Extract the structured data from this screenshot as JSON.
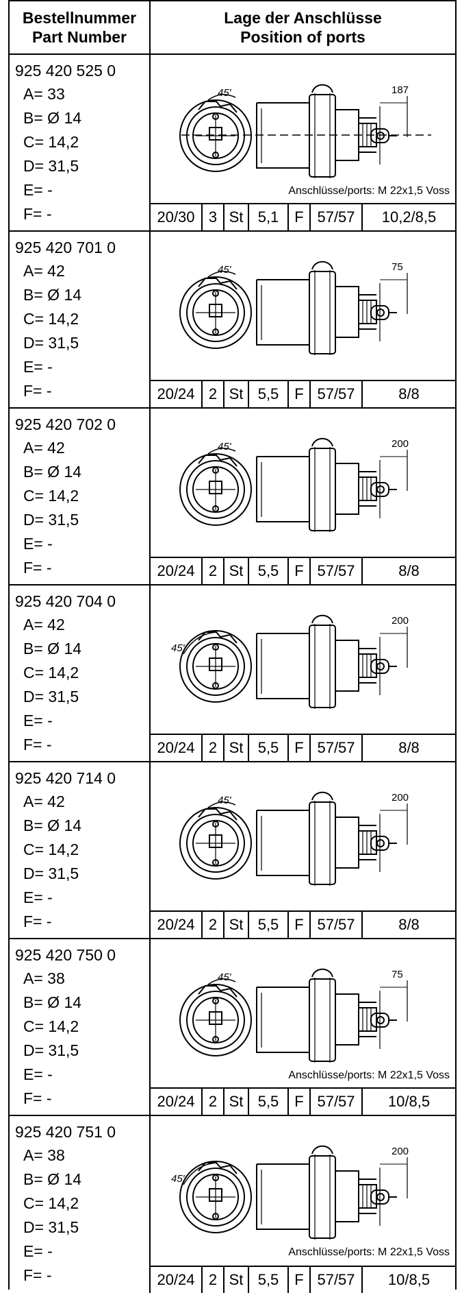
{
  "header": {
    "part_label_de": "Bestellnummer",
    "part_label_en": "Part Number",
    "position_label_de": "Lage der Anschlüsse",
    "position_label_en": "Position of ports"
  },
  "products": [
    {
      "part_number": "925 420 525 0",
      "specs": [
        "A= 33",
        "B= Ø 14",
        "C= 14,2",
        "D= 31,5",
        "E= -",
        "F= -"
      ],
      "angle": "45'",
      "dimension": "187",
      "note": "Anschlüsse/ports: M 22x1,5 Voss",
      "row": [
        "20/30",
        "3",
        "St",
        "5,1",
        "F",
        "57/57",
        "10,2/8,5"
      ]
    },
    {
      "part_number": "925 420 701 0",
      "specs": [
        "A= 42",
        "B= Ø 14",
        "C= 14,2",
        "D= 31,5",
        "E= -",
        "F= -"
      ],
      "angle": "45'",
      "dimension": "75",
      "note": "",
      "row": [
        "20/24",
        "2",
        "St",
        "5,5",
        "F",
        "57/57",
        "8/8"
      ]
    },
    {
      "part_number": "925 420 702 0",
      "specs": [
        "A= 42",
        "B= Ø 14",
        "C= 14,2",
        "D= 31,5",
        "E= -",
        "F= -"
      ],
      "angle": "45'",
      "dimension": "200",
      "note": "",
      "row": [
        "20/24",
        "2",
        "St",
        "5,5",
        "F",
        "57/57",
        "8/8"
      ]
    },
    {
      "part_number": "925 420 704 0",
      "specs": [
        "A= 42",
        "B= Ø 14",
        "C= 14,2",
        "D= 31,5",
        "E= -",
        "F= -"
      ],
      "angle": "45'",
      "dimension": "200",
      "note": "",
      "row": [
        "20/24",
        "2",
        "St",
        "5,5",
        "F",
        "57/57",
        "8/8"
      ]
    },
    {
      "part_number": "925 420 714 0",
      "specs": [
        "A= 42",
        "B= Ø 14",
        "C= 14,2",
        "D= 31,5",
        "E= -",
        "F= -"
      ],
      "angle": "45'",
      "dimension": "200",
      "note": "",
      "row": [
        "20/24",
        "2",
        "St",
        "5,5",
        "F",
        "57/57",
        "8/8"
      ]
    },
    {
      "part_number": "925 420 750 0",
      "specs": [
        "A= 38",
        "B= Ø 14",
        "C= 14,2",
        "D= 31,5",
        "E= -",
        "F= -"
      ],
      "angle": "45'",
      "dimension": "75",
      "note": "Anschlüsse/ports: M 22x1,5 Voss",
      "row": [
        "20/24",
        "2",
        "St",
        "5,5",
        "F",
        "57/57",
        "10/8,5"
      ]
    },
    {
      "part_number": "925 420 751 0",
      "specs": [
        "A= 38",
        "B= Ø 14",
        "C= 14,2",
        "D= 31,5",
        "E= -",
        "F= -"
      ],
      "angle": "45'",
      "dimension": "200",
      "note": "Anschlüsse/ports: M 22x1,5 Voss",
      "row": [
        "20/24",
        "2",
        "St",
        "5,5",
        "F",
        "57/57",
        "10/8,5"
      ]
    }
  ]
}
